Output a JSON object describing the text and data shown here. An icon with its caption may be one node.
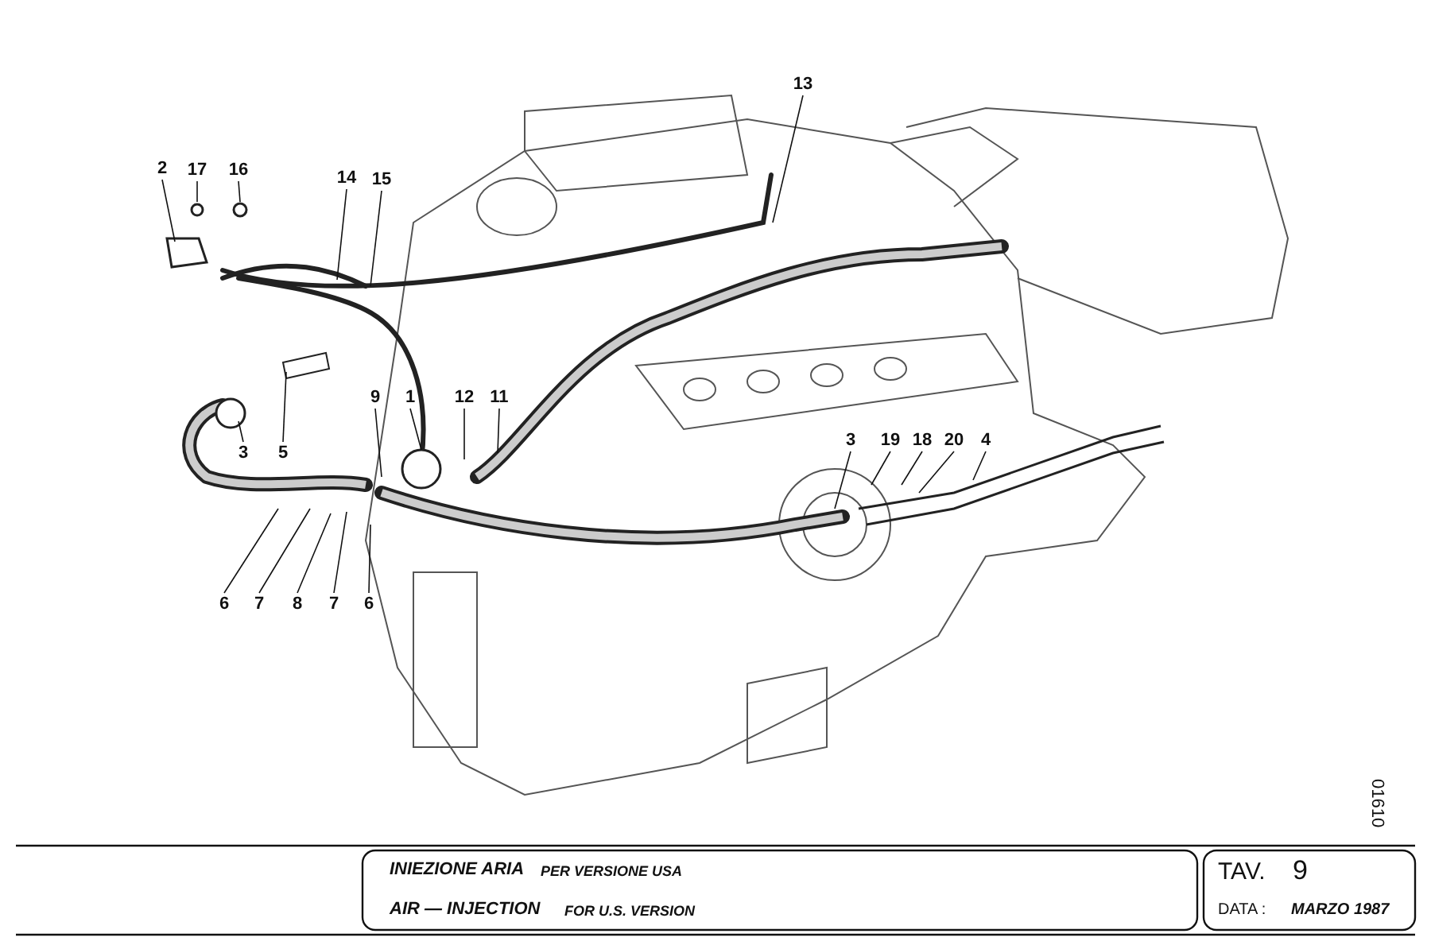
{
  "diagram": {
    "nodes": [
      {
        "text": [
          "2"
        ]
      },
      {
        "text": [
          "17"
        ]
      },
      {
        "text": [
          "16"
        ]
      },
      {
        "text": [
          "14"
        ]
      },
      {
        "text": [
          "15"
        ]
      },
      {
        "text": [
          "13"
        ]
      },
      {
        "text": [
          "9"
        ]
      },
      {
        "text": [
          "1"
        ]
      },
      {
        "text": [
          "12"
        ]
      },
      {
        "text": [
          "11"
        ]
      },
      {
        "text": [
          "3"
        ]
      },
      {
        "text": [
          "5"
        ]
      },
      {
        "text": [
          "6"
        ]
      },
      {
        "text": [
          "7"
        ]
      },
      {
        "text": [
          "8"
        ]
      },
      {
        "text": [
          "7"
        ]
      },
      {
        "text": [
          "6"
        ]
      },
      {
        "text": [
          "3"
        ]
      },
      {
        "text": [
          "19"
        ]
      },
      {
        "text": [
          "18"
        ]
      },
      {
        "text": [
          "20"
        ]
      },
      {
        "text": [
          "4"
        ]
      }
    ],
    "edges": [
      {
        "from": 0,
        "to": null,
        "arrow": "none"
      },
      {
        "from": 1,
        "to": null,
        "arrow": "none"
      },
      {
        "from": 2,
        "to": null,
        "arrow": "none"
      },
      {
        "from": 3,
        "to": null,
        "arrow": "none"
      },
      {
        "from": 4,
        "to": null,
        "arrow": "none"
      },
      {
        "from": 5,
        "to": null,
        "arrow": "none"
      },
      {
        "from": 6,
        "to": null,
        "arrow": "none"
      },
      {
        "from": 7,
        "to": null,
        "arrow": "none"
      },
      {
        "from": 8,
        "to": null,
        "arrow": "none"
      },
      {
        "from": 9,
        "to": null,
        "arrow": "none"
      },
      {
        "from": 10,
        "to": null,
        "arrow": "none"
      },
      {
        "from": 11,
        "to": null,
        "arrow": "none"
      },
      {
        "from": 12,
        "to": null,
        "arrow": "none"
      },
      {
        "from": 13,
        "to": null,
        "arrow": "none"
      },
      {
        "from": 14,
        "to": null,
        "arrow": "none"
      },
      {
        "from": 15,
        "to": null,
        "arrow": "none"
      },
      {
        "from": 16,
        "to": null,
        "arrow": "none"
      },
      {
        "from": 17,
        "to": null,
        "arrow": "none"
      },
      {
        "from": 18,
        "to": null,
        "arrow": "none"
      },
      {
        "from": 19,
        "to": null,
        "arrow": "none"
      },
      {
        "from": 20,
        "to": null,
        "arrow": "none"
      },
      {
        "from": 21,
        "to": null,
        "arrow": "none"
      }
    ],
    "labels": [
      "01610",
      "INIEZIONE ARIA",
      "PER VERSIONE USA",
      "AIR — INJECTION",
      "FOR U.S. VERSION",
      "TAV.",
      "9",
      "DATA :",
      "MARZO 1987"
    ]
  }
}
